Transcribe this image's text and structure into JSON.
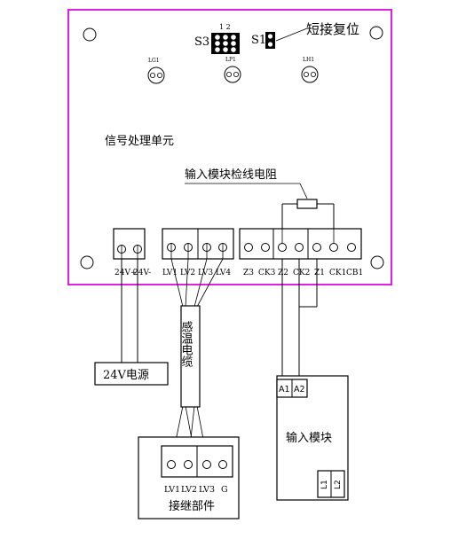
{
  "board": {
    "title": "信号处理单元",
    "border_color": "#e020e0",
    "s3_label": "S3",
    "s3_pins": "1 2",
    "s1_label": "S1",
    "short_reset": "短接复位",
    "led_labels": [
      "LG1",
      "LP1",
      "LH1"
    ],
    "resistor_label": "输入模块检线电阻"
  },
  "terminals": {
    "power": [
      "24V+",
      "24V-"
    ],
    "sensor": [
      "LV1",
      "LV2",
      "LV3",
      "LV4"
    ],
    "module": [
      "Z3",
      "CK3",
      "Z2",
      "CK2",
      "Z1",
      "CK1",
      "CB1"
    ]
  },
  "power_supply": {
    "label": "24V电源"
  },
  "cable": {
    "label": "感温电缆"
  },
  "junction": {
    "label": "接继部件",
    "terminals": [
      "LV1",
      "LV2",
      "LV3",
      "G"
    ]
  },
  "input_module": {
    "label": "输入模块",
    "top_terminals": [
      "A1",
      "A2"
    ],
    "bottom_terminals": [
      "L1",
      "L2"
    ]
  }
}
